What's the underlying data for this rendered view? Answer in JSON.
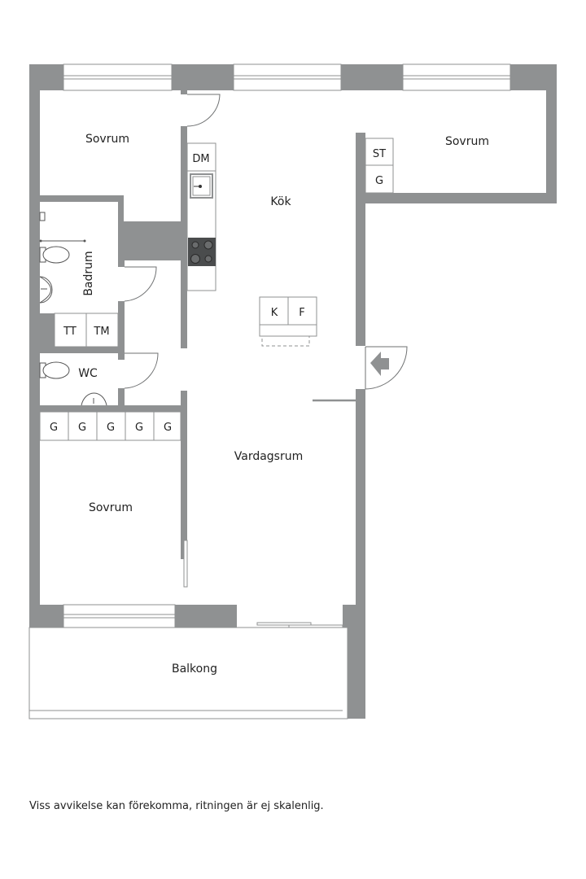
{
  "rooms": {
    "sovrum_nw": "Sovrum",
    "sovrum_ne": "Sovrum",
    "kok": "Kök",
    "badrum": "Badrum",
    "wc": "WC",
    "vardagsrum": "Vardagsrum",
    "sovrum_sw": "Sovrum",
    "balkong": "Balkong"
  },
  "fixtures": {
    "dishwasher": "DM",
    "storage_st": "ST",
    "wardrobe_ne": "G",
    "dryer": "TT",
    "washer": "TM",
    "fridge": "K",
    "freezer": "F",
    "wardrobes_sw": [
      "G",
      "G",
      "G",
      "G",
      "G"
    ]
  },
  "colors": {
    "wall": "#8f9192",
    "stove": "#4a4c4d",
    "background": "#ffffff"
  },
  "footer": {
    "disclaimer": "Viss avvikelse kan förekomma, ritningen är ej skalenlig."
  }
}
